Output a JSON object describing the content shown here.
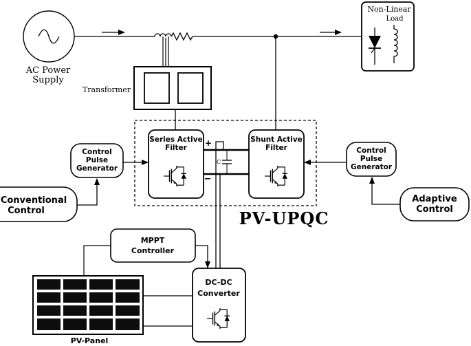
{
  "labels": {
    "ac_supply_line1": "AC Power",
    "ac_supply_line2": "Supply",
    "transformer": "Transformer",
    "load_line1": "Non-Linear",
    "load_line2": "Load",
    "series_filter_line1": "Series Active",
    "series_filter_line2": "Filter",
    "shunt_filter_line1": "Shunt Active",
    "shunt_filter_line2": "Filter",
    "capacitor": "C",
    "plus": "+",
    "minus": "−",
    "left_pulse_line1": "Control",
    "left_pulse_line2": "Pulse",
    "left_pulse_line3": "Generator",
    "right_pulse_line1": "Control",
    "right_pulse_line2": "Pulse",
    "right_pulse_line3": "Generator",
    "conventional_line1": "Conventional",
    "conventional_line2": "Control",
    "adaptive_line1": "Adaptive",
    "adaptive_line2": "Control",
    "upqc": "PV-UPQC",
    "mppt_line1": "MPPT",
    "mppt_line2": "Controller",
    "dcdc_line1": "DC-DC",
    "dcdc_line2": "Converter",
    "pv_panel": "PV-Panel"
  }
}
